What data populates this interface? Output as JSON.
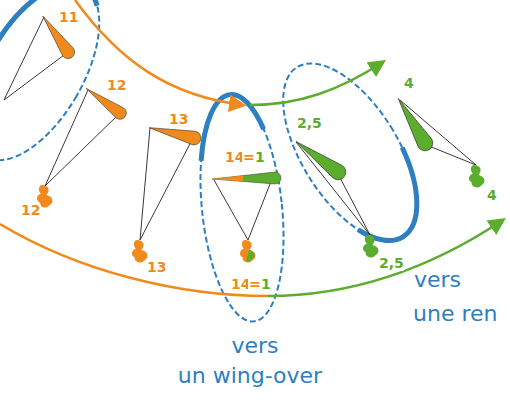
{
  "diagram": {
    "labels": [
      "11",
      "12",
      "13",
      "14",
      "=",
      "1",
      "2,5",
      "4",
      "12",
      "13",
      "14",
      "=",
      "1",
      "2,5",
      "4",
      "vers",
      "un wing-over",
      "vers",
      "une ren"
    ]
  }
}
